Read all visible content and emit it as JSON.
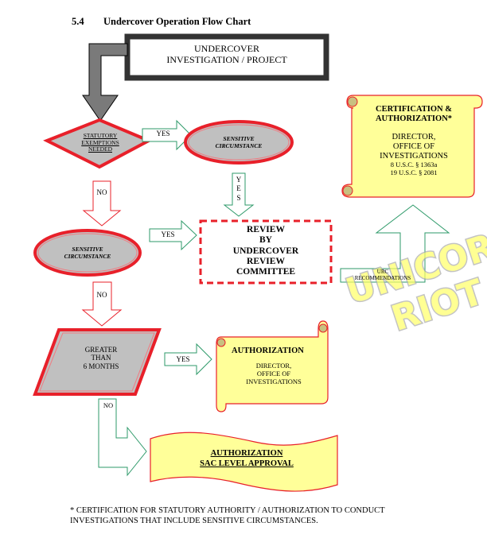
{
  "section": {
    "number": "5.4",
    "title": "Undercover Operation Flow Chart"
  },
  "colors": {
    "red_border": "#e8202a",
    "green_arrow": "#2e9a6a",
    "gray_fill": "#c0c0c0",
    "dark_arrow": "#7a7a7a",
    "scroll_fill": "#ffff99",
    "scroll_curl": "#c8c080",
    "start_border": "#333333"
  },
  "nodes": {
    "start": {
      "line1": "UNDERCOVER",
      "line2": "INVESTIGATION / PROJECT"
    },
    "decision_statutory": {
      "line1": "STATUTORY",
      "line2": "EXEMPTIONS",
      "line3": "NEEDED"
    },
    "sensitive_top": {
      "line1": "SENSITIVE",
      "line2": "CIRCUMSTANCE"
    },
    "sensitive_mid": {
      "line1": "SENSITIVE",
      "line2": "CIRCUMSTANCE"
    },
    "review": {
      "line1": "REVIEW",
      "line2": "BY",
      "line3": "UNDERCOVER",
      "line4": "REVIEW",
      "line5": "COMMITTEE"
    },
    "certification": {
      "title1": "CERTIFICATION &",
      "title2": "AUTHORIZATION*",
      "line1": "DIRECTOR,",
      "line2": "OFFICE OF",
      "line3": "INVESTIGATIONS",
      "line4": "8 U.S.C. § 1363a",
      "line5": "19 U.S.C. § 2081"
    },
    "greater": {
      "line1": "GREATER",
      "line2": "THAN",
      "line3": "6 MONTHS"
    },
    "authorization_director": {
      "title": "AUTHORIZATION",
      "line1": "DIRECTOR,",
      "line2": "OFFICE OF",
      "line3": "INVESTIGATIONS"
    },
    "authorization_sac": {
      "line1": "AUTHORIZATION",
      "line2": "SAC LEVEL APPROVAL"
    }
  },
  "arrows": {
    "yes1": "YES",
    "yes_vertical": [
      "Y",
      "E",
      "S"
    ],
    "yes2": "YES",
    "yes3": "YES",
    "no1": "NO",
    "no2": "NO",
    "no3": "NO",
    "urc_line1": "URC",
    "urc_line2": "RECOMMENDATIONS"
  },
  "watermark": {
    "line1": "UNICORN",
    "line2": "RIOT"
  },
  "footnote": {
    "line1": "* CERTIFICATION FOR STATUTORY AUTHORITY / AUTHORIZATION TO CONDUCT",
    "line2": "INVESTIGATIONS THAT INCLUDE SENSITIVE CIRCUMSTANCES."
  }
}
